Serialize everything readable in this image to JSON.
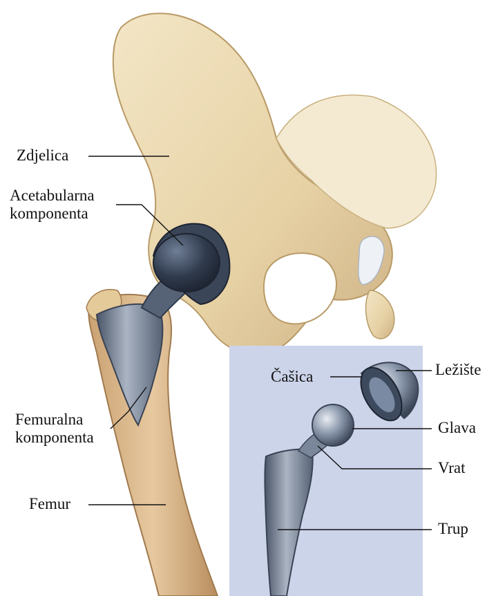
{
  "labels": {
    "pelvis": "Zdjelica",
    "acetabular_1": "Acetabularna",
    "acetabular_2": "komponenta",
    "femoral_1": "Femuralna",
    "femoral_2": "komponenta",
    "femur": "Femur",
    "cup": "Čašica",
    "liner": "Ležište",
    "head": "Glava",
    "neck": "Vrat",
    "stem": "Trup"
  },
  "colors": {
    "bone": "#e9d6ad",
    "bone_shadow": "#c9ae7d",
    "femur_shaft": "#d8b48a",
    "metal_dark": "#2f3a4c",
    "metal_mid": "#6f7d93",
    "metal_light": "#c9d1dc",
    "inset_panel": "#ccd4ea"
  }
}
